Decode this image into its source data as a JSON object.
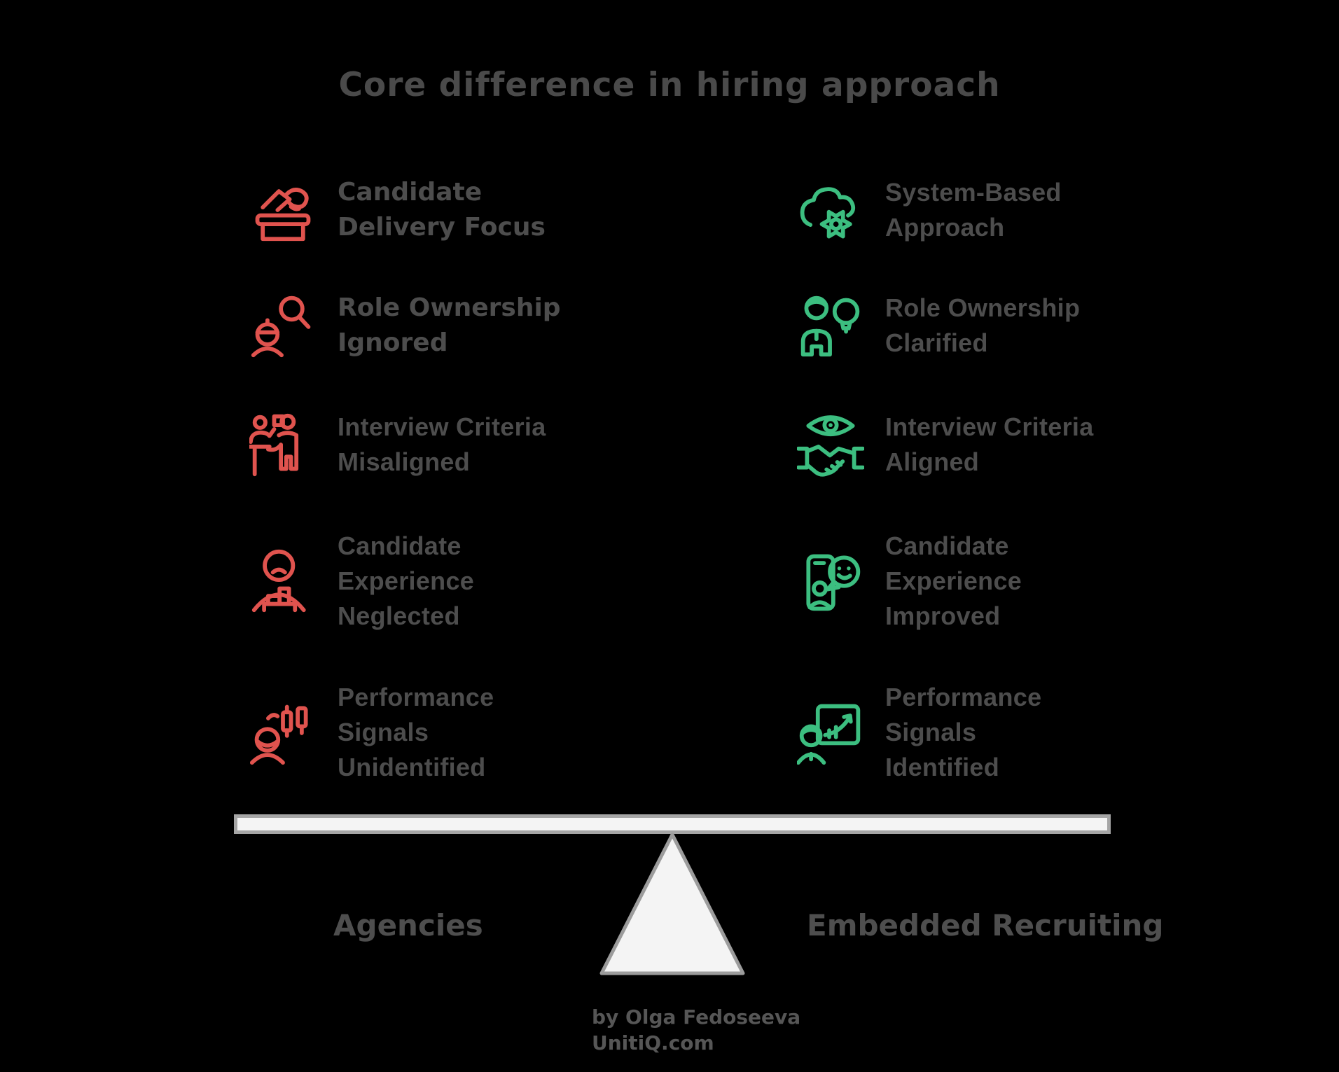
{
  "title": "Core difference in hiring approach",
  "colors": {
    "negative_accent": "#E0534E",
    "positive_accent": "#3CBE80",
    "heading_text": "#4A4A4A",
    "item_text": "#4D4D4D",
    "beam_fill": "#F4F4F4",
    "beam_border": "#A5A5A5"
  },
  "left": {
    "label": "Agencies",
    "items": [
      {
        "icon": "ballot-box-icon",
        "lines": [
          "Candidate",
          "Delivery Focus"
        ]
      },
      {
        "icon": "headhunter-magnifier-icon",
        "lines": [
          "Role Ownership",
          "Ignored"
        ]
      },
      {
        "icon": "interview-desk-icon",
        "lines": [
          "Interview Criteria",
          "Misaligned"
        ]
      },
      {
        "icon": "sad-candidate-icon",
        "lines": [
          "Candidate",
          "Experience",
          "Neglected"
        ]
      },
      {
        "icon": "market-signals-icon",
        "lines": [
          "Performance",
          "Signals",
          "Unidentified"
        ]
      }
    ]
  },
  "right": {
    "label": "Embedded Recruiting",
    "items": [
      {
        "icon": "cloud-gear-icon",
        "lines": [
          "System-Based",
          "Approach"
        ]
      },
      {
        "icon": "person-lightbulb-icon",
        "lines": [
          "Role Ownership",
          "Clarified"
        ]
      },
      {
        "icon": "eye-handshake-icon",
        "lines": [
          "Interview Criteria",
          "Aligned"
        ]
      },
      {
        "icon": "phone-feedback-icon",
        "lines": [
          "Candidate",
          "Experience",
          "Improved"
        ]
      },
      {
        "icon": "presenter-chart-icon",
        "lines": [
          "Performance",
          "Signals",
          "Identified"
        ]
      }
    ]
  },
  "footer": {
    "credit_line1": "by Olga Fedoseeva",
    "credit_line2": "UnitiQ.com"
  }
}
